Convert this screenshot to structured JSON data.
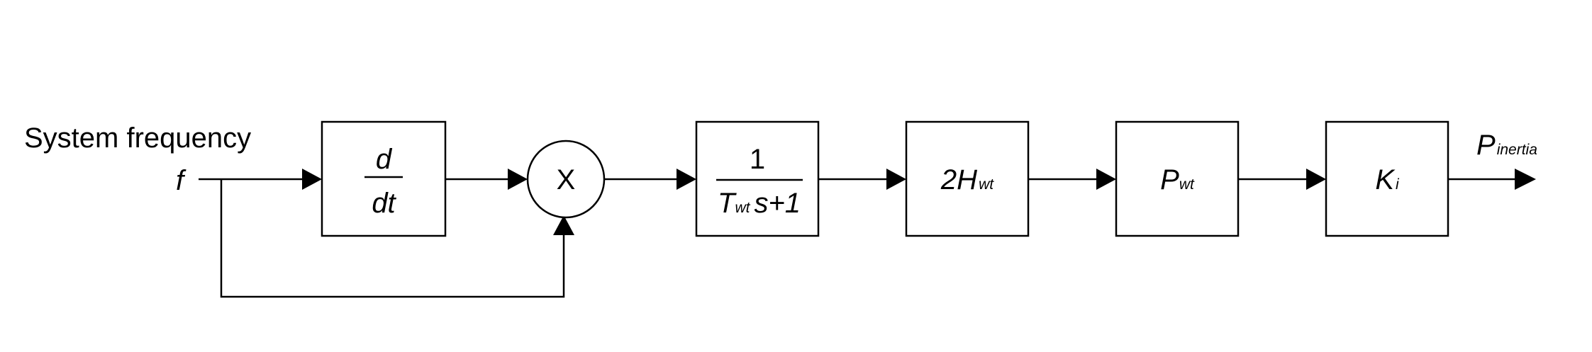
{
  "input": {
    "title": "System frequency",
    "symbol": "f"
  },
  "blocks": {
    "derivative": {
      "numerator": "d",
      "denominator": "dt"
    },
    "multiplier": {
      "symbol": "X"
    },
    "lag": {
      "numerator": "1",
      "den_T": "T",
      "den_T_sub": "wt",
      "den_rest": "s+1"
    },
    "inertia_gain": {
      "main": "2H",
      "sub": "wt"
    },
    "power_rating": {
      "main": "P",
      "sub": "wt"
    },
    "k_gain": {
      "main": "K",
      "sub": "i"
    }
  },
  "output": {
    "main": "P",
    "sub": "inertia"
  },
  "colors": {
    "stroke": "#000000",
    "background": "#ffffff"
  }
}
